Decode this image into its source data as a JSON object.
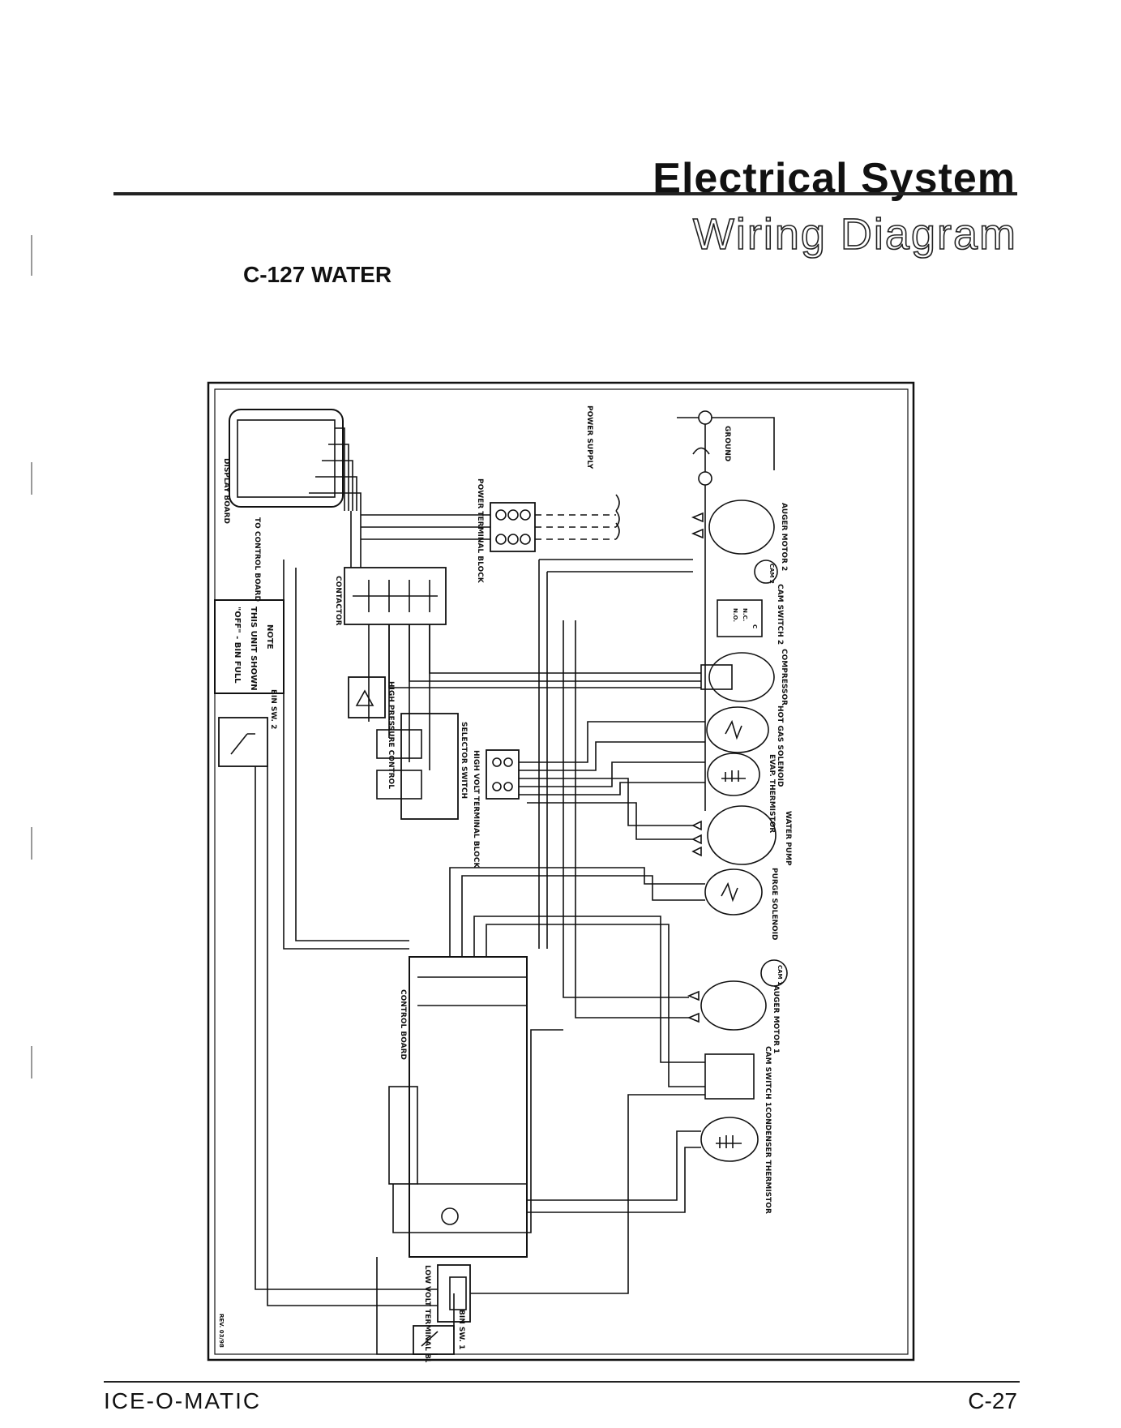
{
  "header": {
    "title": "Electrical System",
    "subtitle": "Wiring Diagram",
    "model": "C-127 WATER"
  },
  "footer": {
    "left": "ICE-O-MATIC",
    "right": "C-27"
  },
  "diagram": {
    "note": {
      "heading": "NOTE",
      "line1": "THIS UNIT SHOWN",
      "line2": "\"OFF\" - BIN FULL"
    },
    "labels": {
      "display_board": "DISPLAY BOARD",
      "to_control_board": "TO CONTROL BOARD",
      "contactor": "CONTACTOR",
      "power_terminal_block": "POWER TERMINAL BLOCK",
      "power_supply": "POWER SUPPLY",
      "ground": "GROUND",
      "high_pressure_control": "HIGH PRESSURE CONTROL",
      "bin_switch_2": "BIN SW. 2",
      "selector_switch": "SELECTOR SWITCH",
      "high_volt_terminal_block": "HIGH VOLT TERMINAL BLOCK",
      "control_board": "CONTROL BOARD",
      "low_volt_terminal_block": "LOW VOLT TERMINAL BLOCK",
      "bin_switch_1": "BIN SW. 1",
      "auger_motor_2": "AUGER MOTOR 2",
      "cam_switch_2": "CAM SWITCH 2",
      "compressor": "COMPRESSOR",
      "hot_gas_solenoid": "HOT GAS SOLENOID",
      "evap_thermistor": "EVAP. THERMISTOR",
      "water_pump": "WATER PUMP",
      "purge_solenoid": "PURGE SOLENOID",
      "auger_motor_1": "AUGER MOTOR 1",
      "cam_switch_1": "CAM SWITCH 1",
      "condenser_thermistor": "CONDENSER THERMISTOR",
      "cam_1": "CAM 1",
      "cam_2": "CAM 2",
      "no": "N.O.",
      "nc": "N.C.",
      "c": "C",
      "revision": "REV. 03/98"
    },
    "colors": {
      "line": "#111111",
      "paper": "#ffffff"
    }
  }
}
